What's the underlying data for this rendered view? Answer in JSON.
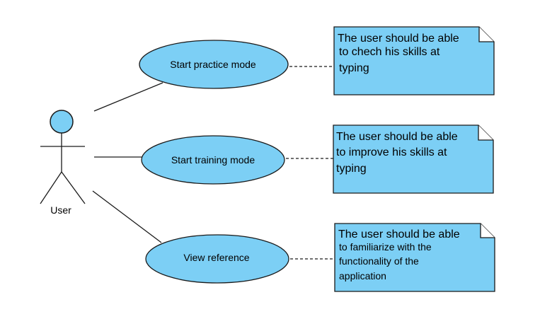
{
  "colors": {
    "fill": "#7ccff5",
    "stroke": "#1a1a1a",
    "background": "#ffffff"
  },
  "actor": {
    "label": "User"
  },
  "use_cases": [
    {
      "label": "Start practice mode"
    },
    {
      "label": "Start training mode"
    },
    {
      "label": "View reference"
    }
  ],
  "notes": [
    {
      "lines": [
        "The user should be able",
        "to chech his skills at",
        "typing"
      ]
    },
    {
      "lines": [
        "The user should be able",
        "to improve his skills at",
        "typing"
      ]
    },
    {
      "lines": [
        "The user should be able",
        "to familiarize with the",
        "functionality of the",
        "application"
      ]
    }
  ]
}
